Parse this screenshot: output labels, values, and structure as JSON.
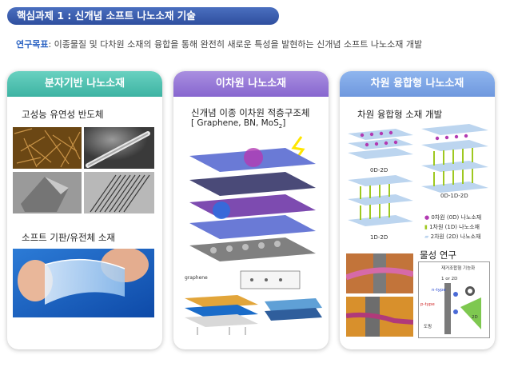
{
  "header": {
    "title": "핵심과제 1 : 신개념 소프트 나노소재 기술",
    "goal_label": "연구목표",
    "goal_text": ": 이종물질 및 다차원 소재의 융합을 통해 완전히 새로운 특성을 발현하는 신개념 소프트 나노소재 개발"
  },
  "cards": [
    {
      "title": "분자기반 나노소재",
      "sections": [
        "고성능 유연성 반도체",
        "소프트 기판/유전체 소재"
      ]
    },
    {
      "title": "이차원 나노소재",
      "subtitle_line1": "신개념 이종 이차원 적층구조체",
      "subtitle_line2": "[ Graphene, BN, MoS",
      "subtitle_sub": "2",
      "subtitle_end": "]",
      "labels": [
        "graphene"
      ]
    },
    {
      "title": "차원 융합형 나노소재",
      "sections": [
        "차원 융합형 소재 개발",
        "물성 연구"
      ],
      "stack_labels": [
        "0D-2D",
        "0D-1D-2D",
        "1D-2D"
      ],
      "legend": [
        "0차원 (0D) 나노소재",
        "1차원 (1D) 나노소재",
        "2차원 (2D) 나노소재"
      ],
      "device_labels": [
        "n-type",
        "p-type",
        "1 or 2D",
        "2D",
        "도핑"
      ],
      "device_title": "재거조합형 기능화"
    }
  ],
  "colors": {
    "title_bar": "#3a5cb0",
    "goal_label": "#2f66c4",
    "card1": "#4cbfae",
    "card2": "#9376d6",
    "card3": "#7ea6e6"
  }
}
